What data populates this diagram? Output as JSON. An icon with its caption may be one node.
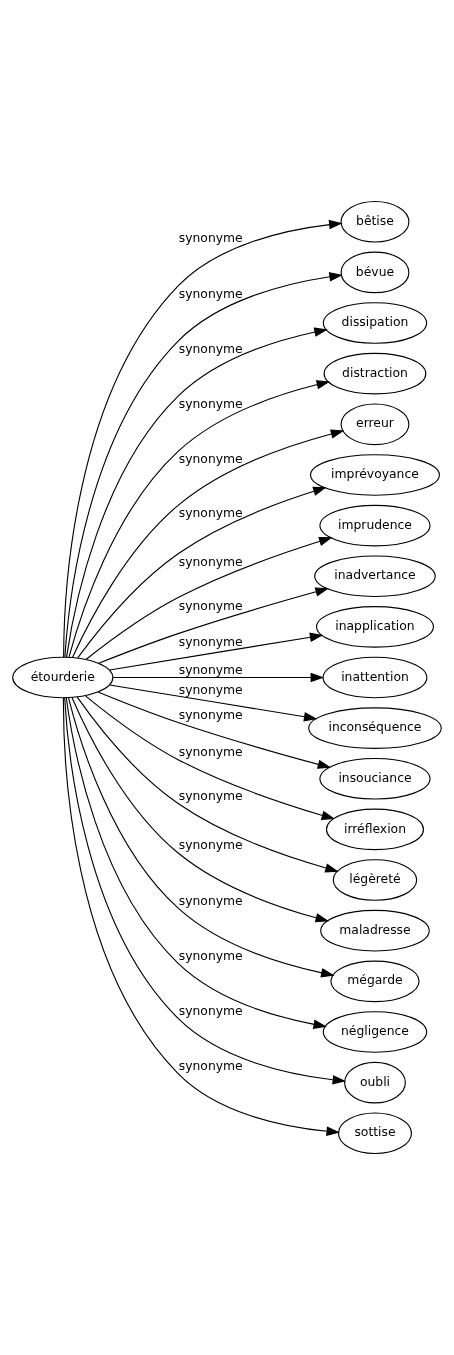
{
  "diagram": {
    "nodes": [
      {
        "text": [
          "étourderie"
        ]
      },
      {
        "text": [
          "bêtise"
        ]
      },
      {
        "text": [
          "bévue"
        ]
      },
      {
        "text": [
          "dissipation"
        ]
      },
      {
        "text": [
          "distraction"
        ]
      },
      {
        "text": [
          "erreur"
        ]
      },
      {
        "text": [
          "imprévoyance"
        ]
      },
      {
        "text": [
          "imprudence"
        ]
      },
      {
        "text": [
          "inadvertance"
        ]
      },
      {
        "text": [
          "inapplication"
        ]
      },
      {
        "text": [
          "inattention"
        ]
      },
      {
        "text": [
          "inconséquence"
        ]
      },
      {
        "text": [
          "insouciance"
        ]
      },
      {
        "text": [
          "irréflexion"
        ]
      },
      {
        "text": [
          "légèreté"
        ]
      },
      {
        "text": [
          "maladresse"
        ]
      },
      {
        "text": [
          "mégarde"
        ]
      },
      {
        "text": [
          "négligence"
        ]
      },
      {
        "text": [
          "oubli"
        ]
      },
      {
        "text": [
          "sottise"
        ]
      }
    ],
    "edges": [
      {
        "from": 0,
        "to": 1,
        "arrow": "to",
        "label": "synonyme"
      },
      {
        "from": 0,
        "to": 2,
        "arrow": "to",
        "label": "synonyme"
      },
      {
        "from": 0,
        "to": 3,
        "arrow": "to",
        "label": "synonyme"
      },
      {
        "from": 0,
        "to": 4,
        "arrow": "to",
        "label": "synonyme"
      },
      {
        "from": 0,
        "to": 5,
        "arrow": "to",
        "label": "synonyme"
      },
      {
        "from": 0,
        "to": 6,
        "arrow": "to",
        "label": "synonyme"
      },
      {
        "from": 0,
        "to": 7,
        "arrow": "to",
        "label": "synonyme"
      },
      {
        "from": 0,
        "to": 8,
        "arrow": "to",
        "label": "synonyme"
      },
      {
        "from": 0,
        "to": 9,
        "arrow": "to",
        "label": "synonyme"
      },
      {
        "from": 0,
        "to": 10,
        "arrow": "to",
        "label": "synonyme"
      },
      {
        "from": 0,
        "to": 11,
        "arrow": "to",
        "label": "synonyme"
      },
      {
        "from": 0,
        "to": 12,
        "arrow": "to",
        "label": "synonyme"
      },
      {
        "from": 0,
        "to": 13,
        "arrow": "to",
        "label": "synonyme"
      },
      {
        "from": 0,
        "to": 14,
        "arrow": "to",
        "label": "synonyme"
      },
      {
        "from": 0,
        "to": 15,
        "arrow": "to",
        "label": "synonyme"
      },
      {
        "from": 0,
        "to": 16,
        "arrow": "to",
        "label": "synonyme"
      },
      {
        "from": 0,
        "to": 17,
        "arrow": "to",
        "label": "synonyme"
      },
      {
        "from": 0,
        "to": 18,
        "arrow": "to",
        "label": "synonyme"
      },
      {
        "from": 0,
        "to": 19,
        "arrow": "to",
        "label": "synonyme"
      }
    ]
  }
}
